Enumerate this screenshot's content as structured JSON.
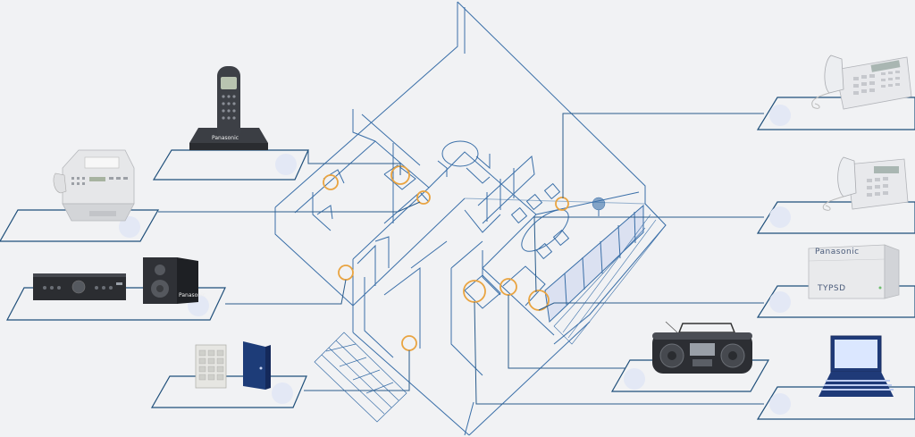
{
  "colors": {
    "background": "#f1f2f4",
    "line": "#1f4f7a",
    "wire": "#2a5c8c",
    "plan": "#3a6fa8",
    "highlight": "#e9a441",
    "dot": "#e3e8f5",
    "glass": "#c9d3ef"
  },
  "labels": {
    "phone_brand": "Panasonic",
    "pbx_brand": "Panasonic",
    "pbx_model": "TYPSD",
    "amp_brand": "Panasonic"
  },
  "devices_left": [
    {
      "name": "cordless-phone",
      "icon": "cordless-phone-icon"
    },
    {
      "name": "fax-machine",
      "icon": "fax-machine-icon"
    },
    {
      "name": "stereo-amplifier",
      "icon": "amplifier-speaker-icon"
    },
    {
      "name": "door-intercom",
      "icon": "door-intercom-icon"
    }
  ],
  "devices_right": [
    {
      "name": "system-phone-large",
      "icon": "system-phone-icon"
    },
    {
      "name": "system-phone-small",
      "icon": "desk-phone-icon"
    },
    {
      "name": "pbx-unit",
      "icon": "pbx-unit-icon"
    },
    {
      "name": "radio-cassette",
      "icon": "boombox-icon"
    },
    {
      "name": "laptop-computer",
      "icon": "laptop-icon"
    }
  ]
}
